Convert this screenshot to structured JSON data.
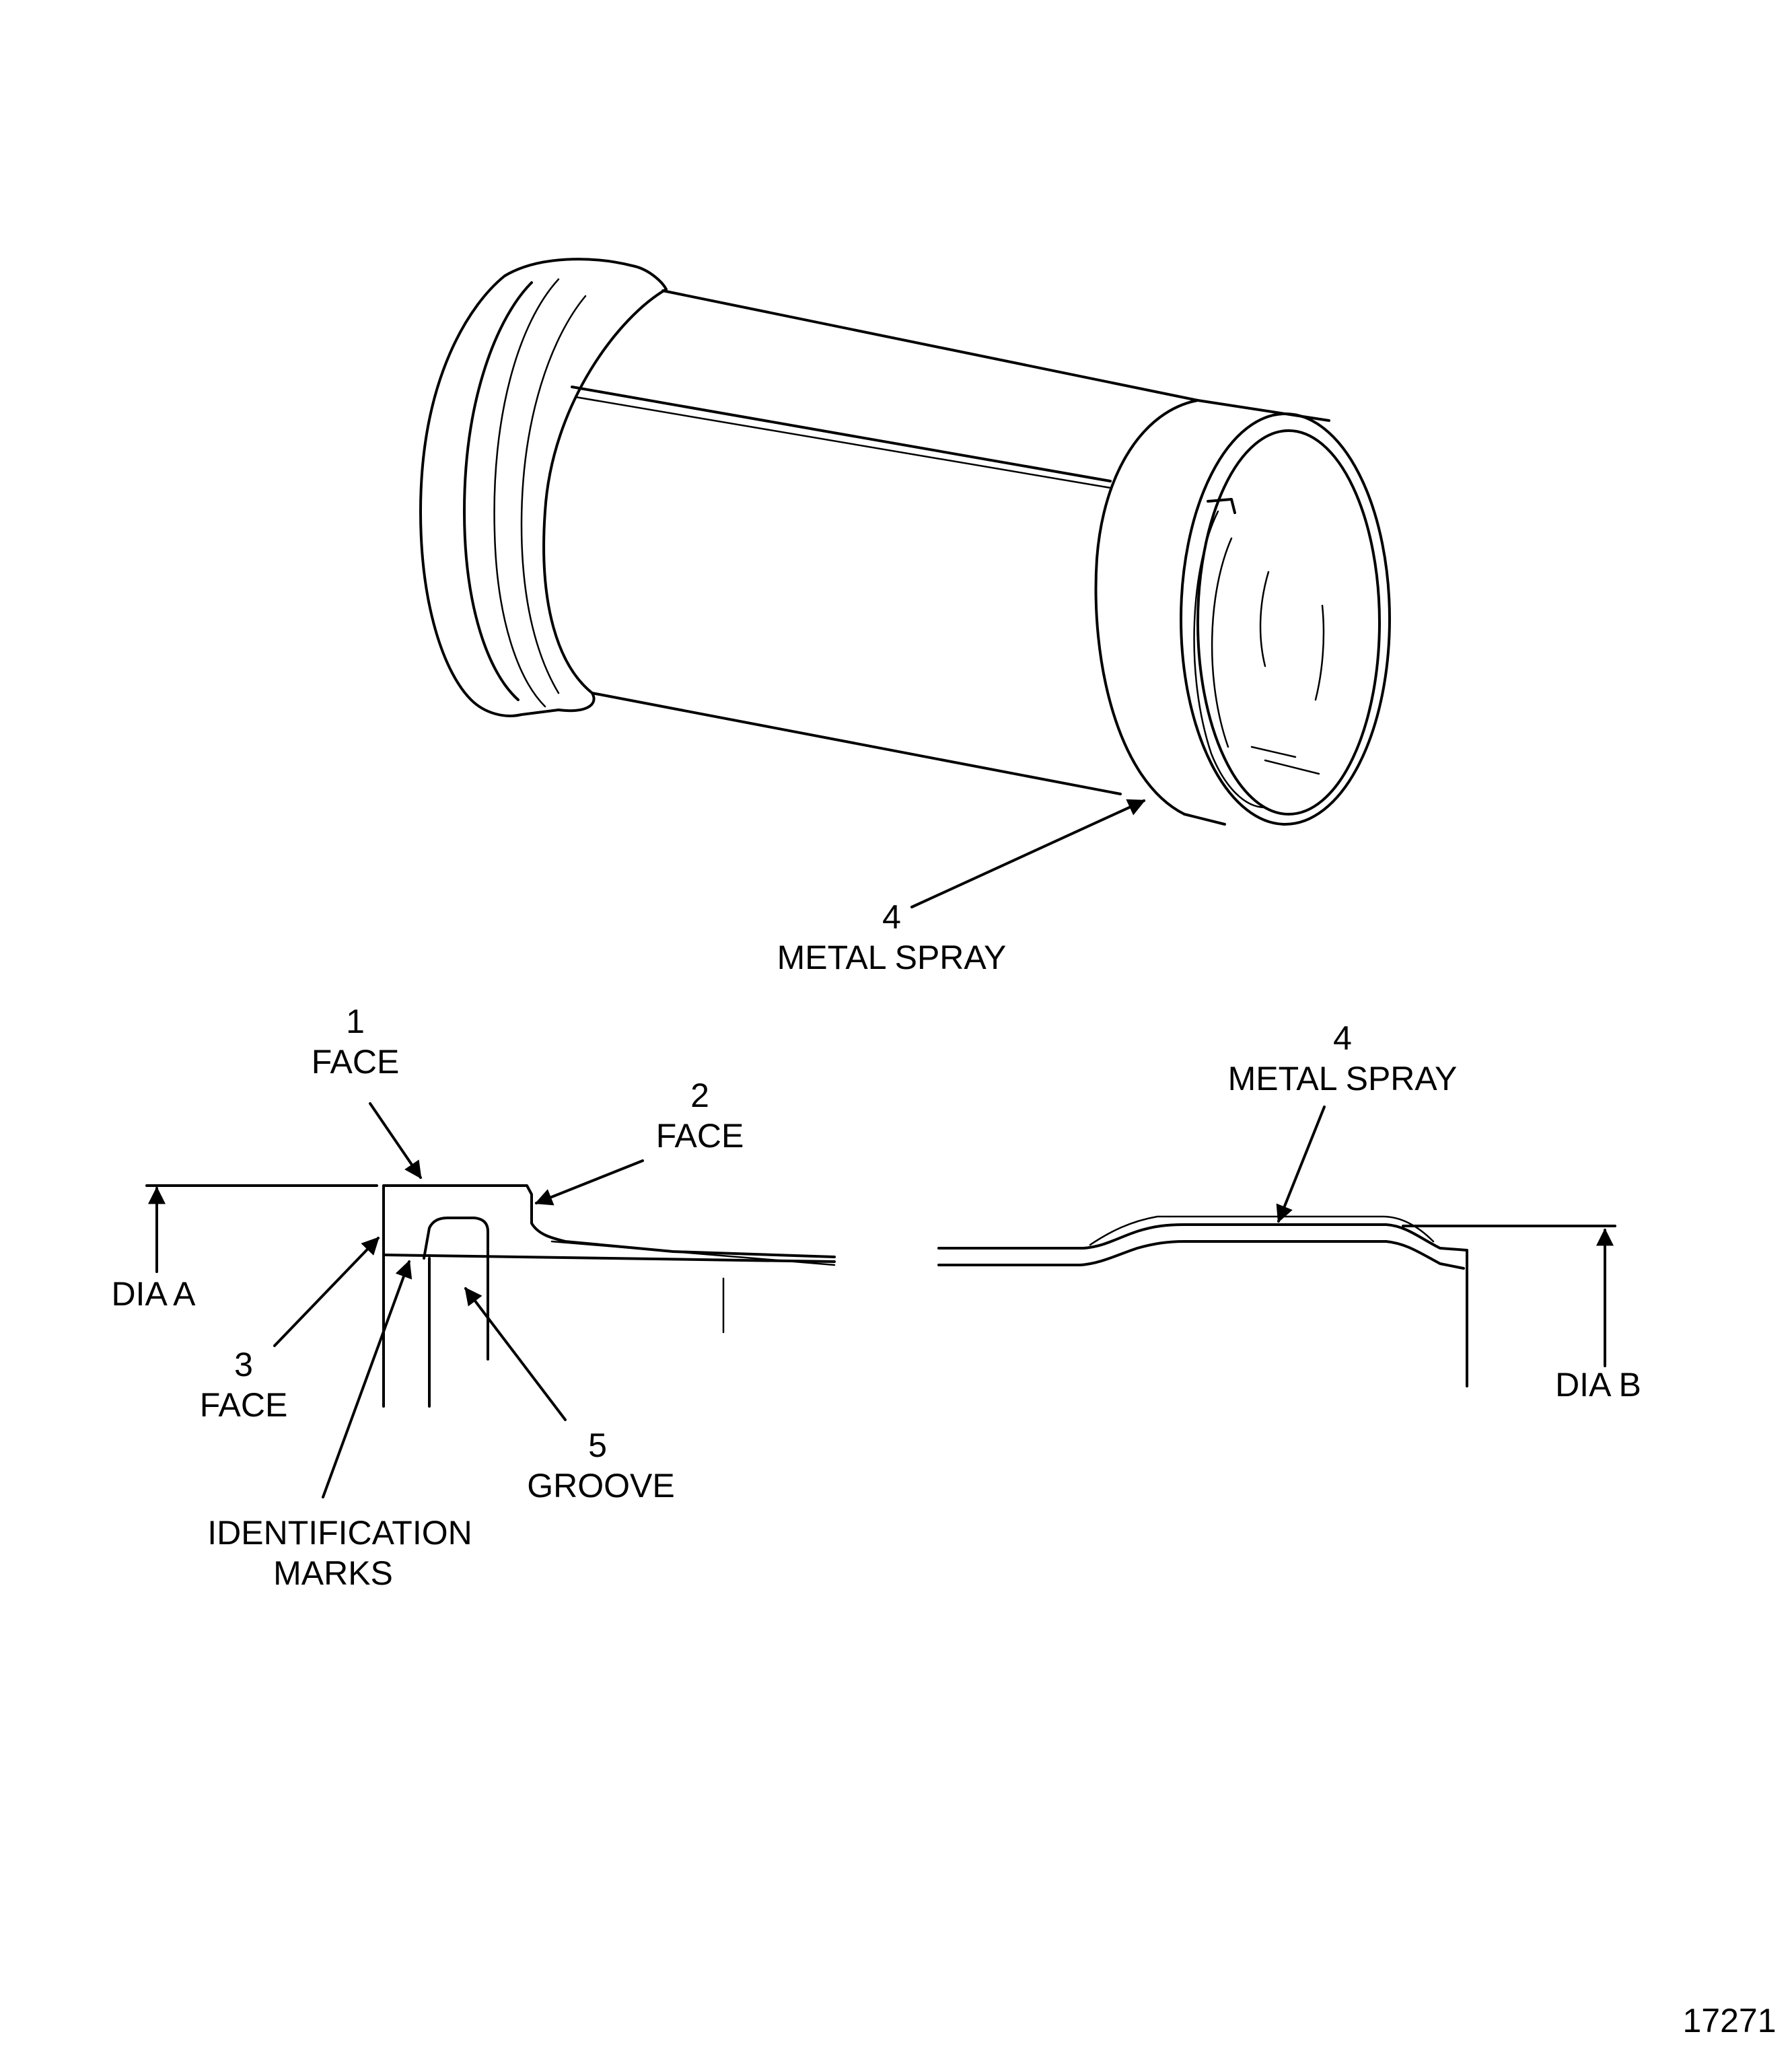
{
  "figure_number": "17271",
  "callouts": {
    "top_metal_spray": {
      "number": "4",
      "label": "METAL SPRAY"
    },
    "face_1": {
      "number": "1",
      "label": "FACE"
    },
    "face_2": {
      "number": "2",
      "label": "FACE"
    },
    "face_3": {
      "number": "3",
      "label": "FACE"
    },
    "groove": {
      "number": "5",
      "label": "GROOVE"
    },
    "identification_marks": {
      "line1": "IDENTIFICATION",
      "line2": "MARKS"
    },
    "detail_metal_spray": {
      "number": "4",
      "label": "METAL SPRAY"
    }
  },
  "dimensions": {
    "dia_a": "DIA  A",
    "dia_b": "DIA  B"
  }
}
